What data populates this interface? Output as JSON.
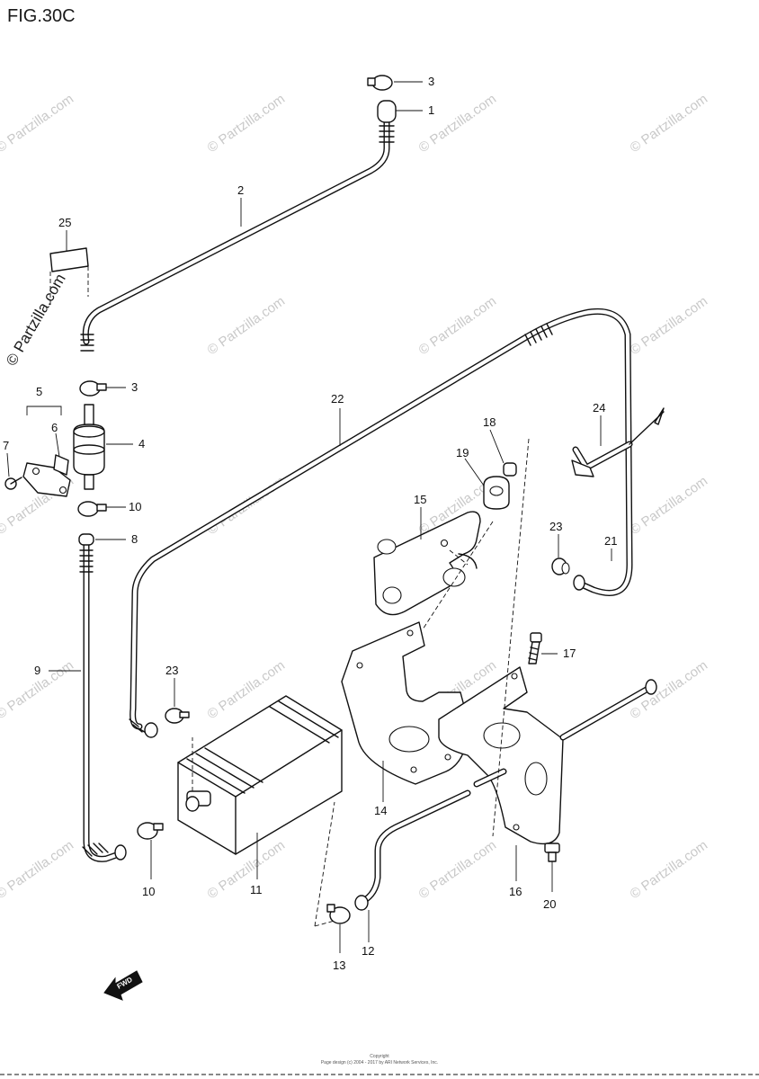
{
  "figure": {
    "title": "FIG.30C"
  },
  "watermark": {
    "text": "© Partzilla.com",
    "color": "#c9c9c9"
  },
  "side_watermark": {
    "text": "© Partzilla.com"
  },
  "direction_arrow": {
    "label": "FWD"
  },
  "callouts": {
    "c1": "1",
    "c2": "2",
    "c3a": "3",
    "c3b": "3",
    "c4": "4",
    "c5": "5",
    "c6": "6",
    "c7": "7",
    "c8": "8",
    "c9": "9",
    "c10a": "10",
    "c10b": "10",
    "c11": "11",
    "c12": "12",
    "c13": "13",
    "c14": "14",
    "c15": "15",
    "c16": "16",
    "c17": "17",
    "c18": "18",
    "c19": "19",
    "c20": "20",
    "c21": "21",
    "c22": "22",
    "c23a": "23",
    "c23b": "23",
    "c24": "24",
    "c25": "25"
  },
  "footer": {
    "line1": "Copyright",
    "line2": "Page design (c) 2004 - 2017 by ARI Network Services, Inc."
  }
}
